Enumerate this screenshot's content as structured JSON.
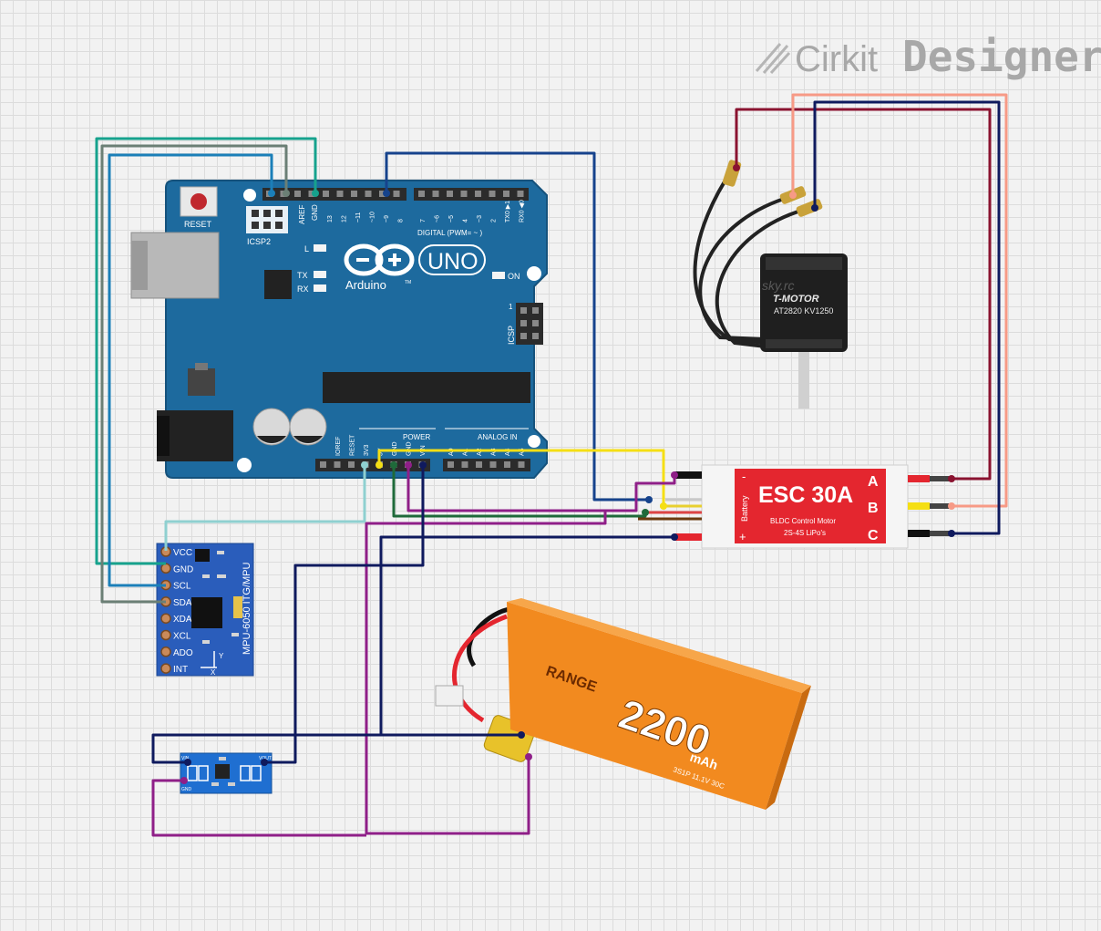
{
  "brand": {
    "name_a": "Cirkit",
    "name_b": "Designer"
  },
  "arduino": {
    "reset": "RESET",
    "icsp2": "ICSP2",
    "icsp": "ICSP",
    "aref": "AREF",
    "gnd": "GND",
    "pins_top_a": [
      "13",
      "12",
      "~11",
      "~10",
      "~9",
      "8"
    ],
    "pins_top_b": [
      "7",
      "~6",
      "~5",
      "4",
      "~3",
      "2",
      "TX0 ▶1",
      "RX0 ◀0"
    ],
    "digital": "DIGITAL (PWM= ~ )",
    "l": "L",
    "tx": "TX",
    "rx": "RX",
    "on": "ON",
    "logo": "Arduino",
    "uno": "UNO",
    "tm": "TM",
    "power": "POWER",
    "analog": "ANALOG IN",
    "power_pins": [
      "IOREF",
      "RESET",
      "3V3",
      "5V",
      "GND",
      "GND",
      "VIN"
    ],
    "analog_pins": [
      "A0",
      "A1",
      "A2",
      "A3",
      "A4",
      "A5"
    ],
    "icsp_one": "1"
  },
  "mpu": {
    "pins": [
      "VCC",
      "GND",
      "SCL",
      "SDA",
      "XDA",
      "XCL",
      "ADO",
      "INT"
    ],
    "title": "MPU-6050 ITG/MPU",
    "axis_y": "Y",
    "axis_x": "X"
  },
  "esc": {
    "title": "ESC 30A",
    "line1": "BLDC Control Motor",
    "line2": "2S-4S LiPo's",
    "battery": "Battery",
    "minus": "-",
    "plus": "+",
    "phases": [
      "A",
      "B",
      "C"
    ]
  },
  "motor": {
    "brand": "T-MOTOR",
    "model": "AT2820 KV1250",
    "watermark": "sky.rc"
  },
  "battery": {
    "brand": "RANGE",
    "capacity": "2200",
    "unit": "mAh",
    "spec": "3S1P 11.1V 30C"
  },
  "regulator": {
    "vin": "VIN",
    "gnd": "GND",
    "vout": "VOUT"
  },
  "colors": {
    "board": "#1d6a9e",
    "esc_red": "#e4262f",
    "battery_orange": "#f28a1f",
    "wire_yellow": "#f5df14",
    "wire_purple": "#8f1f88",
    "wire_navy": "#0f1a5e",
    "wire_green": "#1f6a3a",
    "wire_teal": "#16a28d",
    "wire_lightblue": "#8fd0d0",
    "wire_salmon": "#f79a86",
    "wire_maroon": "#8a1330"
  }
}
